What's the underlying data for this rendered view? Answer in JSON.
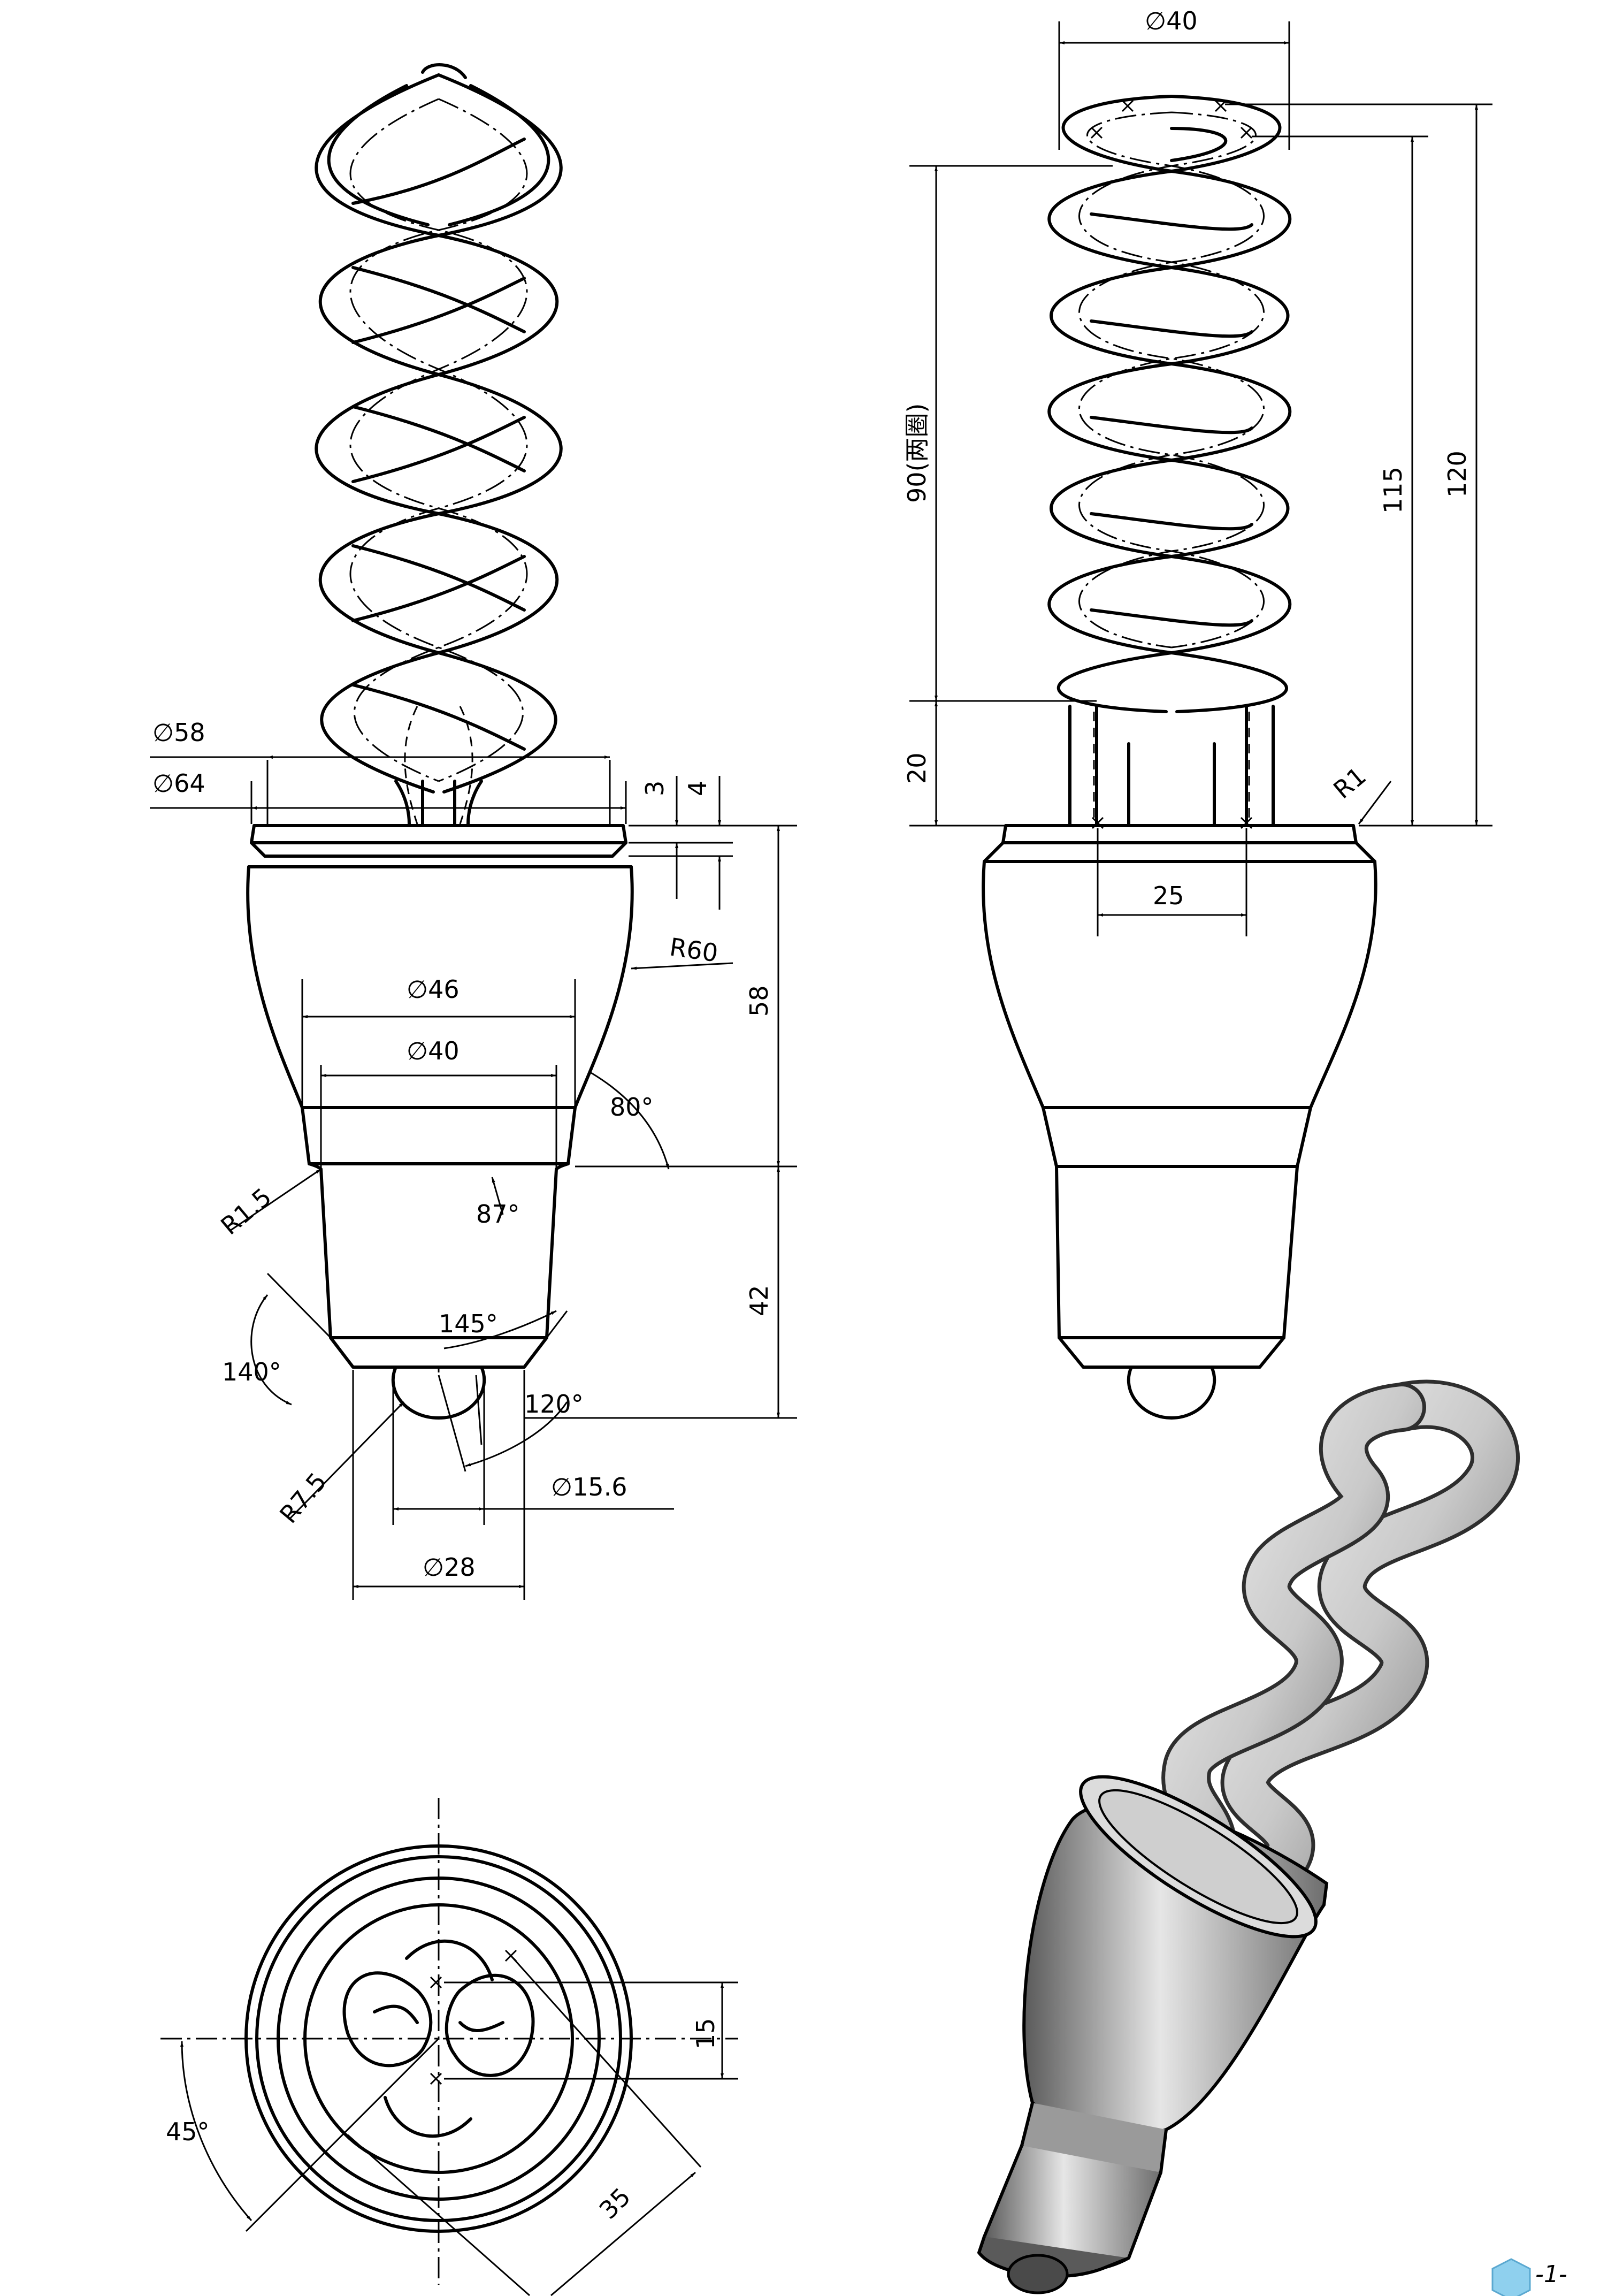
{
  "dims": {
    "front": {
      "d58": "∅58",
      "d64": "∅64",
      "t3": "3",
      "t4": "4",
      "r60": "R60",
      "h58": "58",
      "d46": "∅46",
      "d40": "∅40",
      "a80": "80°",
      "r15": "R1.5",
      "a87": "87°",
      "h42": "42",
      "a140": "140°",
      "a145": "145°",
      "a120": "120°",
      "r75": "R7.5",
      "d156": "∅15.6",
      "d28": "∅28"
    },
    "side": {
      "d40": "∅40",
      "h90": "90(两圈)",
      "h115": "115",
      "h120": "120",
      "h20": "20",
      "r1": "R1",
      "w25": "25"
    },
    "bottom": {
      "a45": "45°",
      "w15": "15",
      "w35": "35"
    }
  },
  "page_number": "-1-",
  "colors": {
    "line": "#000000",
    "render_dark": "#4a4a4a",
    "render_light": "#e8e8e8"
  }
}
